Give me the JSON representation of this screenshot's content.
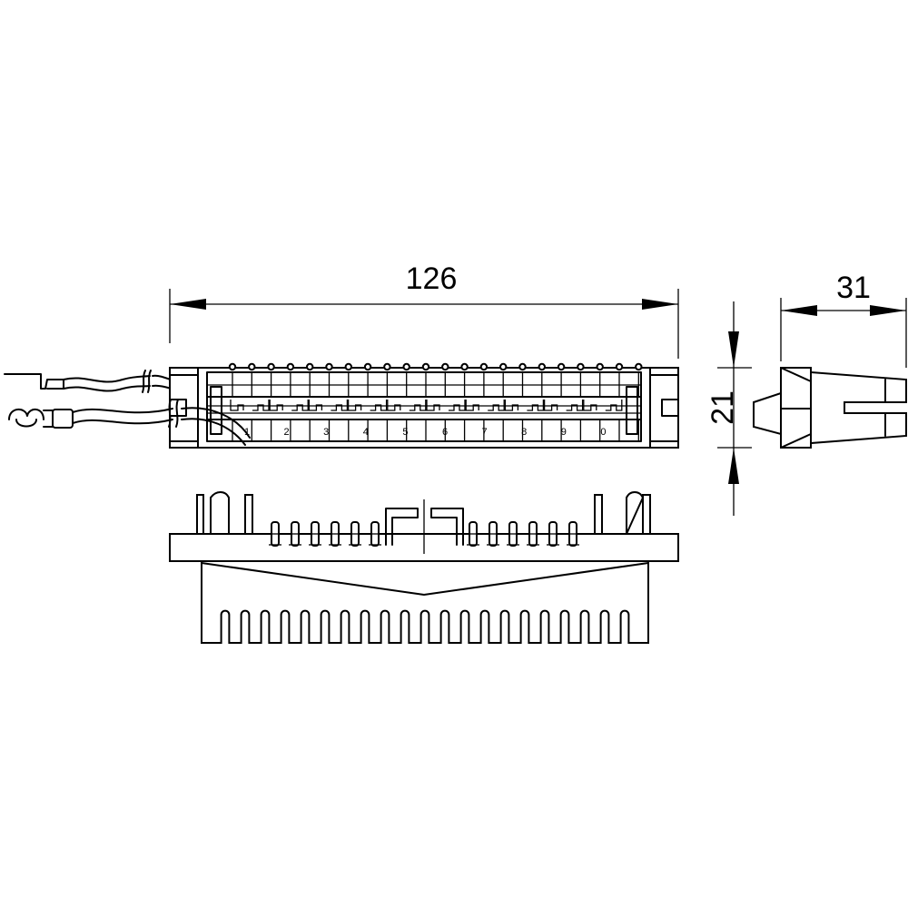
{
  "dimensions": {
    "length": "126",
    "depth": "31",
    "height": "21"
  },
  "contact_numbers": [
    "1",
    "2",
    "3",
    "4",
    "5",
    "6",
    "7",
    "8",
    "9",
    "0"
  ]
}
